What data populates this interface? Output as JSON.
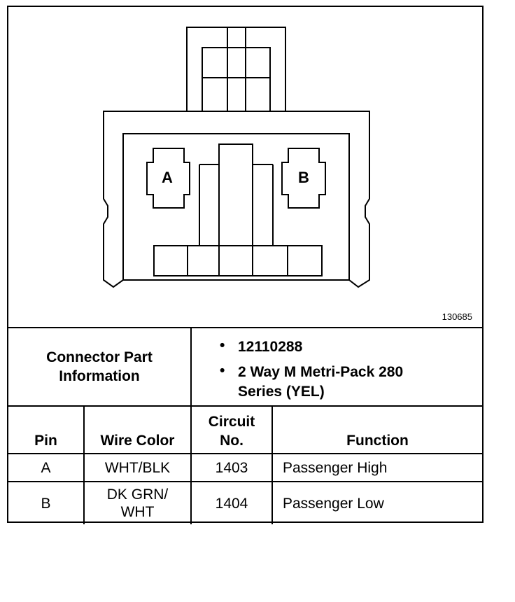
{
  "figure": {
    "id": "130685",
    "pin_labels": [
      "A",
      "B"
    ]
  },
  "connector_info": {
    "heading_line1": "Connector Part",
    "heading_line2": "Information",
    "bullet": "•",
    "part_number": "12110288",
    "description_line1": "2 Way M Metri-Pack 280",
    "description_line2": "Series (YEL)"
  },
  "table": {
    "headers": {
      "pin": "Pin",
      "wire_color": "Wire Color",
      "circuit_line1": "Circuit",
      "circuit_line2": "No.",
      "function": "Function"
    },
    "rows": [
      {
        "pin": "A",
        "wire_color_line1": "WHT/BLK",
        "wire_color_line2": "",
        "circuit": "1403",
        "function": "Passenger High"
      },
      {
        "pin": "B",
        "wire_color_line1": "DK GRN/",
        "wire_color_line2": "WHT",
        "circuit": "1404",
        "function": "Passenger Low"
      }
    ]
  }
}
